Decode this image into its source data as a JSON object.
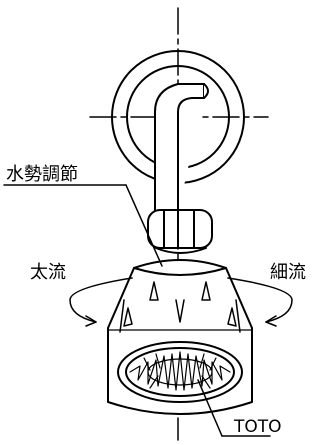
{
  "labels": {
    "flow_adjust": "水勢調節",
    "strong_flow": "太流",
    "fine_flow": "細流",
    "brand": "TOTO"
  },
  "colors": {
    "ink": "#000000",
    "paper": "#ffffff"
  }
}
